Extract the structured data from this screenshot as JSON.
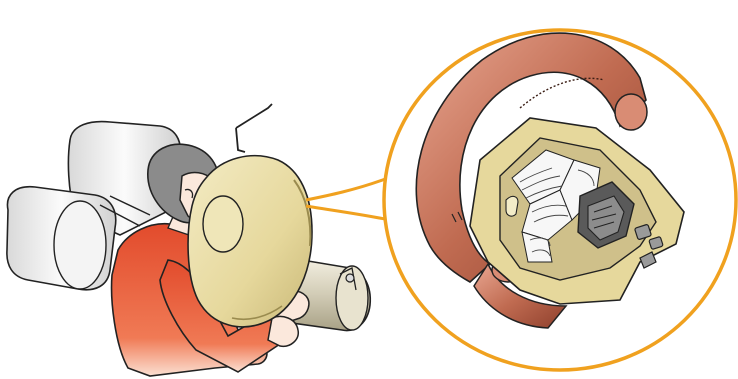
{
  "figure": {
    "text": [],
    "colors": {
      "callout_ring": "#f0a11f",
      "airbag_fabric": "#e8dba2",
      "airbag_shadow": "#b9aa66",
      "steering_wheel": "#b45a43",
      "wheel_highlight": "#e3a08c",
      "shirt": "#e24b2c",
      "shirt_light": "#f6b38f",
      "hair": "#8a8a8a",
      "seat": "#efefef",
      "column": "#d2ccb6",
      "outline": "#222222"
    },
    "icons": [
      "driver-figure",
      "deployed-airbag",
      "steering-column",
      "seat",
      "magnifier-callout",
      "airbag-module-cutaway",
      "steering-wheel"
    ]
  }
}
